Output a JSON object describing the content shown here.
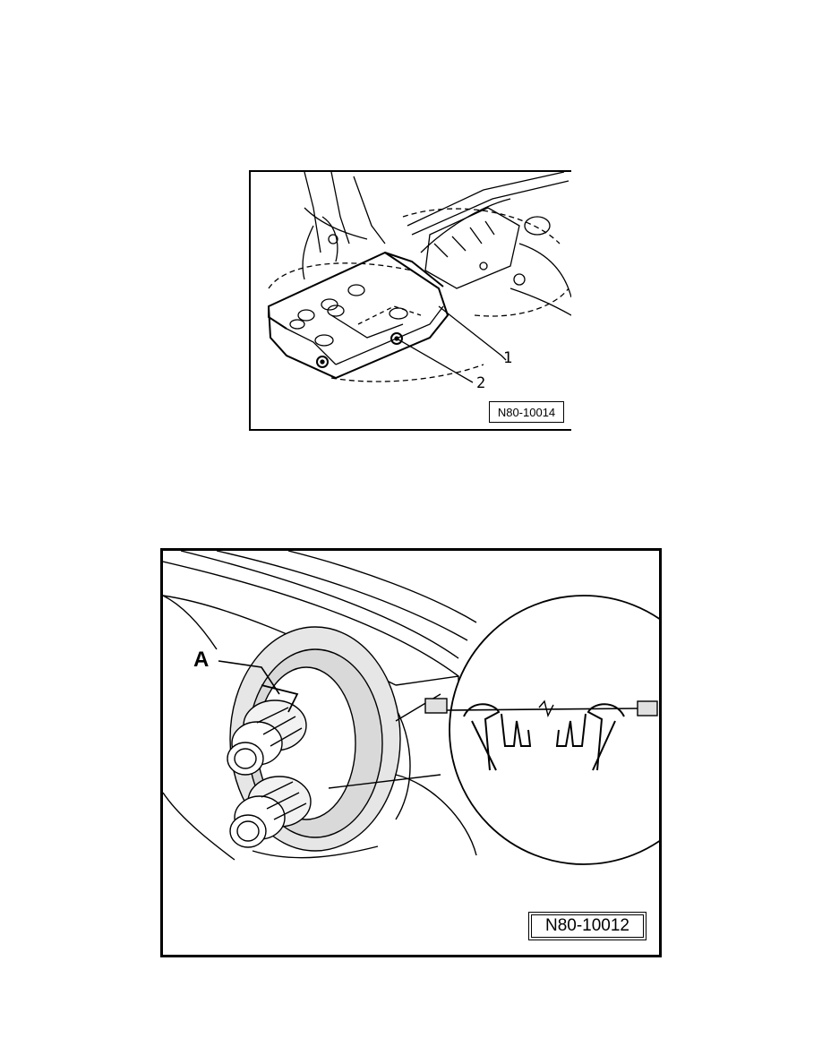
{
  "figures": [
    {
      "id": "N80-10014",
      "label": "N80-10014",
      "callouts": [
        "1",
        "2"
      ]
    },
    {
      "id": "N80-10012",
      "label": "N80-10012",
      "callouts": [
        "A"
      ]
    }
  ]
}
